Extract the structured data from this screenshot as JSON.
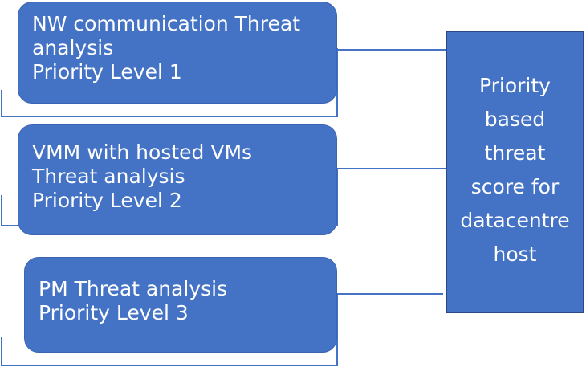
{
  "source_boxes": [
    {
      "lines": [
        "NW communication Threat",
        "analysis",
        "Priority Level 1"
      ]
    },
    {
      "lines": [
        "VMM with hosted VMs",
        "Threat analysis",
        "Priority Level 2"
      ]
    },
    {
      "lines": [
        "PM Threat analysis",
        "Priority Level 3"
      ]
    }
  ],
  "target_box": {
    "lines": [
      "Priority",
      "based",
      "threat",
      "score for",
      "datacentre",
      "host"
    ]
  },
  "colors": {
    "box_fill": "#4472c4",
    "text": "#ffffff",
    "connector": "#4472c4"
  }
}
